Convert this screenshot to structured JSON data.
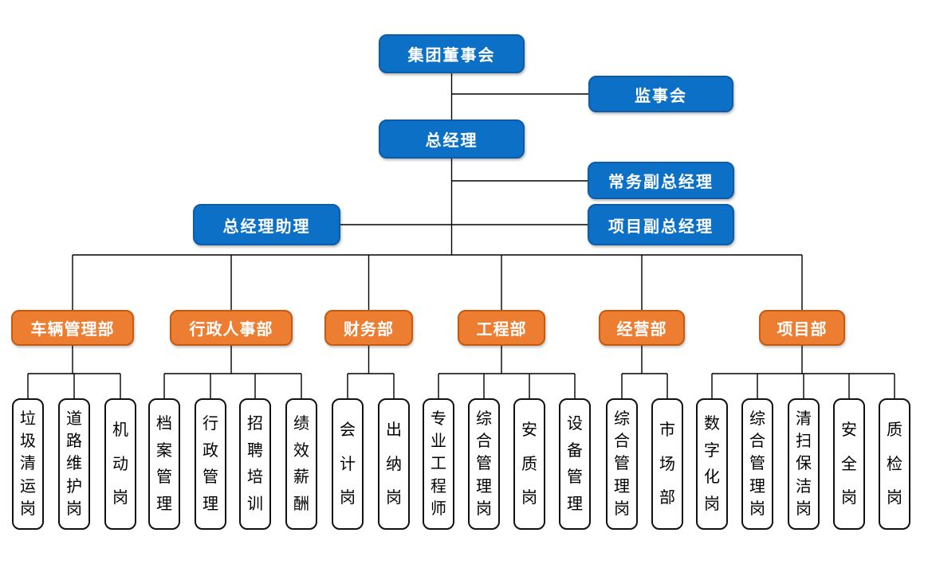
{
  "nodes": {
    "board": "集团董事会",
    "supervisory": "监事会",
    "gm": "总经理",
    "exec_deputy_gm": "常务副总经理",
    "gm_assistant": "总经理助理",
    "project_deputy_gm": "项目副总经理"
  },
  "departments": [
    {
      "label": "车辆管理部",
      "positions": [
        "垃圾清运岗",
        "道路维护岗",
        "机动岗"
      ]
    },
    {
      "label": "行政人事部",
      "positions": [
        "档案管理",
        "行政管理",
        "招聘培训",
        "绩效薪酬"
      ]
    },
    {
      "label": "财务部",
      "positions": [
        "会计岗",
        "出纳岗"
      ]
    },
    {
      "label": "工程部",
      "positions": [
        "专业工程师",
        "综合管理岗",
        "安质岗",
        "设备管理"
      ]
    },
    {
      "label": "经营部",
      "positions": [
        "综合管理岗",
        "市场部"
      ]
    },
    {
      "label": "项目部",
      "positions": [
        "数字化岗",
        "综合管理岗",
        "清扫保洁岗",
        "安全岗",
        "质检岗"
      ]
    }
  ],
  "colors": {
    "node_blue": "#0C70C6",
    "node_blue_border": "#0d5ca5",
    "node_orange": "#ED7D31",
    "node_orange_border": "#C55A11",
    "position_border": "#111111",
    "connector": "#000000",
    "text_on_fill": "#ffffff",
    "text_on_white": "#000000"
  }
}
